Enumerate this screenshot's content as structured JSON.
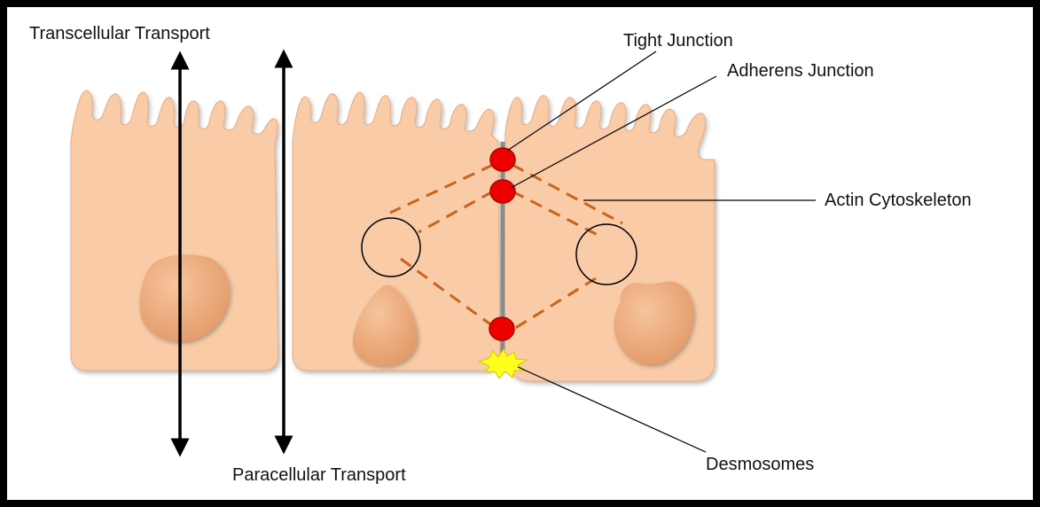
{
  "labels": {
    "transcellular": "Transcellular Transport",
    "paracellular": "Paracellular Transport",
    "tight_junction": "Tight Junction",
    "adherens_junction": "Adherens Junction",
    "actin_cytoskeleton": "Actin Cytoskeleton",
    "desmosomes": "Desmosomes"
  },
  "colors": {
    "cell_fill": "#f9cba6",
    "nucleus_fill": "#f0a878",
    "junction_red": "#ee0000",
    "actin_line": "#c8641e",
    "desmosome_yellow": "#ffff1e",
    "membrane_gray": "#8c8c8c",
    "frame": "#000000"
  }
}
